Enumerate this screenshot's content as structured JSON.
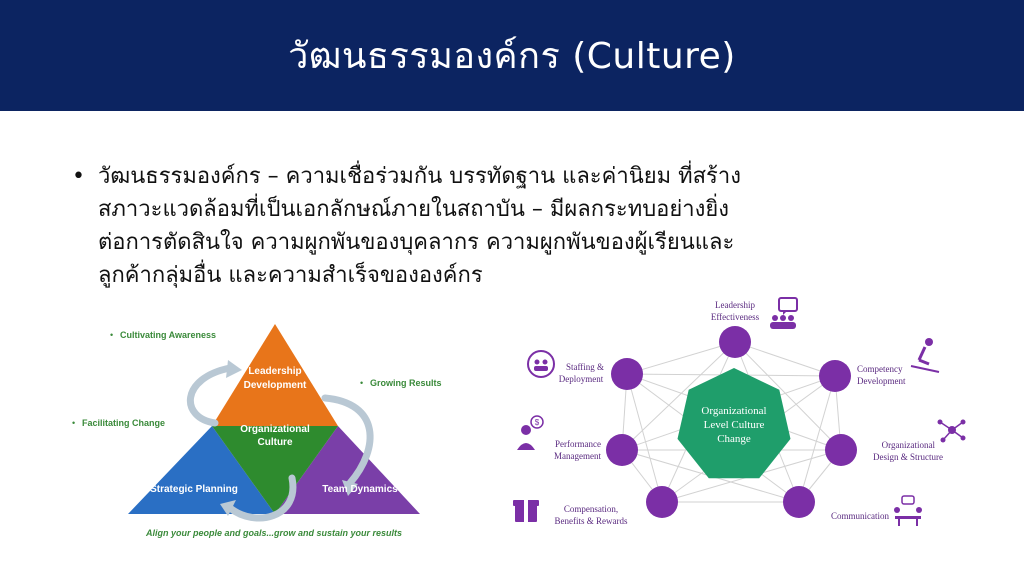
{
  "slide": {
    "title": "วัฒนธรรมองค์กร (Culture)",
    "bullet": "วัฒนธรรมองค์กร – ความเชื่อร่วมกัน บรรทัดฐาน และค่านิยม ที่สร้าง\nสภาวะแวดล้อมที่เป็นเอกลักษณ์ภายในสถาบัน – มีผลกระทบอย่างยิ่ง\nต่อการตัดสินใจ ความผูกพันของบุคลากร ความผูกพันของผู้เรียนและ\nลูกค้ากลุ่มอื่น และความสำเร็จขององค์กร"
  },
  "triangle_diagram": {
    "top": {
      "line1": "Leadership",
      "line2": "Development",
      "color": "#e8751a"
    },
    "center": {
      "line1": "Organizational",
      "line2": "Culture",
      "color": "#2e8b2e"
    },
    "left": {
      "label": "Strategic Planning",
      "color": "#2a6fc4"
    },
    "right": {
      "label": "Team Dynamics",
      "color": "#7a3fa8"
    },
    "callouts": {
      "cultivating": "Cultivating Awareness",
      "growing": "Growing Results",
      "facilitating": "Facilitating Change"
    },
    "tagline": "Align your people and goals...grow and sustain your results",
    "callout_color": "#3a8a3a"
  },
  "heptagon_diagram": {
    "center": {
      "line1": "Organizational",
      "line2": "Level Culture",
      "line3": "Change",
      "color": "#1f9e6b"
    },
    "node_color": "#7b2fa6",
    "items": {
      "leadership": {
        "line1": "Leadership",
        "line2": "Effectiveness",
        "icon": "team-chat-icon"
      },
      "competency": {
        "line1": "Competency",
        "line2": "Development",
        "icon": "skier-icon"
      },
      "design": {
        "line1": "Organizational",
        "line2": "Design & Structure",
        "icon": "network-icon"
      },
      "communication": {
        "line1": "Communication",
        "icon": "meeting-icon"
      },
      "compensation": {
        "line1": "Compensation,",
        "line2": "Benefits  & Rewards",
        "icon": "gift-icon"
      },
      "performance": {
        "line1": "Performance",
        "line2": "Management",
        "icon": "money-person-icon"
      },
      "staffing": {
        "line1": "Staffing &",
        "line2": "Deployment",
        "icon": "people-cycle-icon"
      }
    }
  }
}
